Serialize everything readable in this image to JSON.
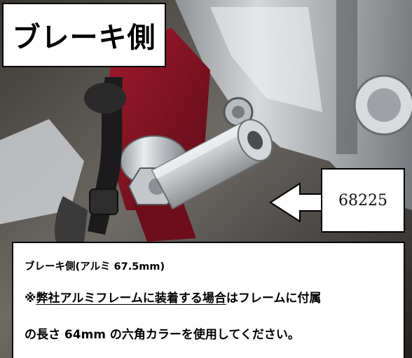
{
  "title": "ブレーキ側",
  "part_number": "68225",
  "note": {
    "line1": "ブレーキ側(アルミ 67.5mm)",
    "line2_prefix": "※",
    "line2_underlined": "弊社アルミフレームに装着する場合",
    "line2_suffix": "はフレームに付属",
    "line3": "の長さ 64mm の六角カラーを使用してください。"
  },
  "colors": {
    "anodized_red": "#8e1424",
    "aluminum": "#c8cacc",
    "callout_fill": "#ffffff"
  },
  "icons": {
    "pointer": "arrow-left-icon"
  }
}
